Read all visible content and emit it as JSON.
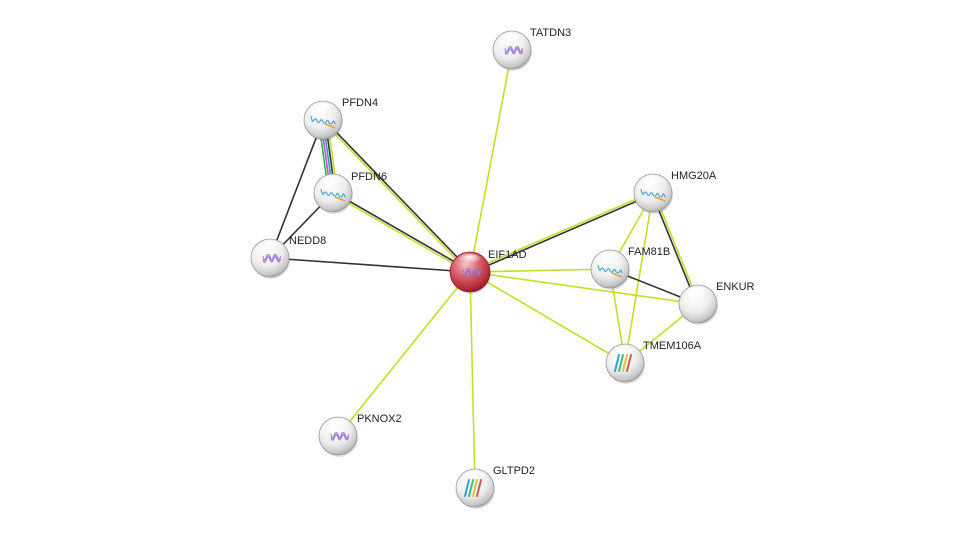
{
  "network": {
    "colors": {
      "textmining": "#c7dc2a",
      "coexpression": "#333333",
      "database": "#22a3d0",
      "experiment": "#d04bd0",
      "neighborhood": "#38b03a",
      "query_node": "#c0283a",
      "node": "#eeeeee"
    },
    "nodes": [
      {
        "id": "EIF1AD",
        "label": "EIF1AD",
        "query": true,
        "structure": "tangle"
      },
      {
        "id": "TATDN3",
        "label": "TATDN3",
        "query": false,
        "structure": "tangle"
      },
      {
        "id": "PFDN4",
        "label": "PFDN4",
        "query": false,
        "structure": "helix"
      },
      {
        "id": "PFDN6",
        "label": "PFDN6",
        "query": false,
        "structure": "helix"
      },
      {
        "id": "NEDD8",
        "label": "NEDD8",
        "query": false,
        "structure": "tangle"
      },
      {
        "id": "HMG20A",
        "label": "HMG20A",
        "query": false,
        "structure": "helix"
      },
      {
        "id": "FAM81B",
        "label": "FAM81B",
        "query": false,
        "structure": "helix"
      },
      {
        "id": "ENKUR",
        "label": "ENKUR",
        "query": false,
        "structure": "none"
      },
      {
        "id": "TMEM106A",
        "label": "TMEM106A",
        "query": false,
        "structure": "sheet"
      },
      {
        "id": "PKNOX2",
        "label": "PKNOX2",
        "query": false,
        "structure": "tangle"
      },
      {
        "id": "GLTPD2",
        "label": "GLTPD2",
        "query": false,
        "structure": "sheet"
      }
    ],
    "edges": [
      {
        "source": "EIF1AD",
        "target": "TATDN3",
        "evidence": [
          "textmining"
        ]
      },
      {
        "source": "EIF1AD",
        "target": "PFDN4",
        "evidence": [
          "textmining",
          "coexpression"
        ]
      },
      {
        "source": "EIF1AD",
        "target": "PFDN6",
        "evidence": [
          "textmining",
          "coexpression"
        ]
      },
      {
        "source": "EIF1AD",
        "target": "NEDD8",
        "evidence": [
          "coexpression"
        ]
      },
      {
        "source": "EIF1AD",
        "target": "HMG20A",
        "evidence": [
          "textmining",
          "coexpression"
        ]
      },
      {
        "source": "EIF1AD",
        "target": "FAM81B",
        "evidence": [
          "textmining"
        ]
      },
      {
        "source": "EIF1AD",
        "target": "ENKUR",
        "evidence": [
          "textmining"
        ]
      },
      {
        "source": "EIF1AD",
        "target": "TMEM106A",
        "evidence": [
          "textmining"
        ]
      },
      {
        "source": "EIF1AD",
        "target": "PKNOX2",
        "evidence": [
          "textmining"
        ]
      },
      {
        "source": "EIF1AD",
        "target": "GLTPD2",
        "evidence": [
          "textmining"
        ]
      },
      {
        "source": "PFDN4",
        "target": "PFDN6",
        "evidence": [
          "textmining",
          "coexpression",
          "database",
          "experiment",
          "neighborhood"
        ]
      },
      {
        "source": "PFDN4",
        "target": "NEDD8",
        "evidence": [
          "coexpression"
        ]
      },
      {
        "source": "PFDN6",
        "target": "NEDD8",
        "evidence": [
          "coexpression"
        ]
      },
      {
        "source": "HMG20A",
        "target": "ENKUR",
        "evidence": [
          "textmining",
          "coexpression"
        ]
      },
      {
        "source": "HMG20A",
        "target": "FAM81B",
        "evidence": [
          "textmining"
        ]
      },
      {
        "source": "HMG20A",
        "target": "TMEM106A",
        "evidence": [
          "textmining"
        ]
      },
      {
        "source": "FAM81B",
        "target": "ENKUR",
        "evidence": [
          "coexpression"
        ]
      },
      {
        "source": "FAM81B",
        "target": "TMEM106A",
        "evidence": [
          "textmining"
        ]
      },
      {
        "source": "ENKUR",
        "target": "TMEM106A",
        "evidence": [
          "textmining"
        ]
      }
    ]
  }
}
